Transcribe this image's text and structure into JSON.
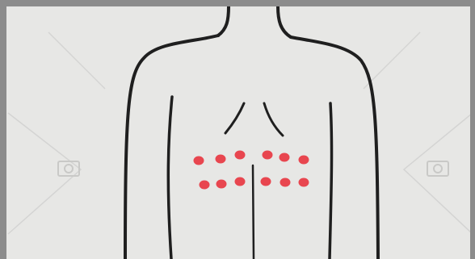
{
  "illustration": {
    "subject": "back-torso-outline",
    "line_color": "#1f1f1f",
    "paper_color": "#e7e7e5",
    "frame_color": "#8c8c8c",
    "watermark_color": "#d2d2d0"
  },
  "markers": {
    "color": "#e8464f",
    "rows": 2,
    "per_row": 6,
    "count": 12
  }
}
